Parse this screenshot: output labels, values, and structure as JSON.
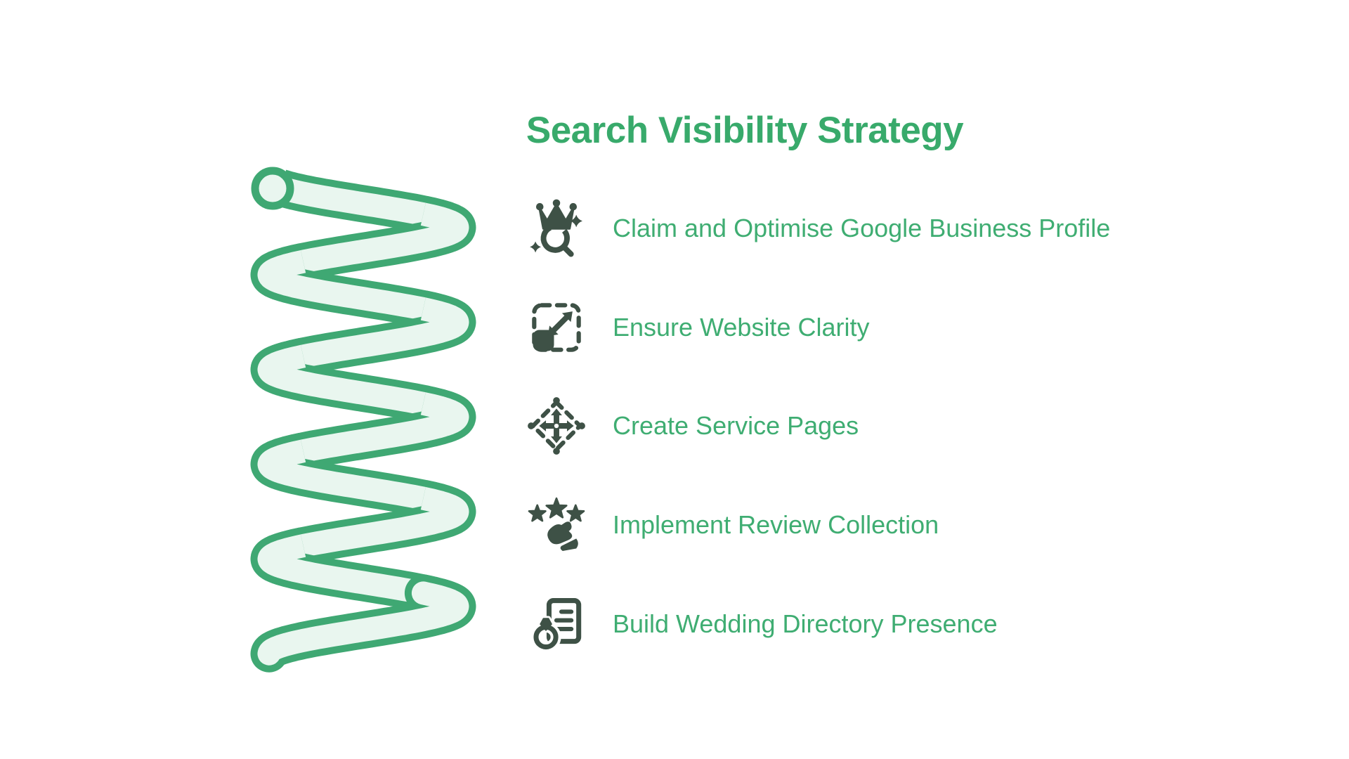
{
  "title": "Search Visibility Strategy",
  "colors": {
    "background": "#ffffff",
    "title_green": "#38aa6b",
    "item_green": "#3fad72",
    "icon_dark": "#3e5146",
    "spiral_stroke": "#3fa873",
    "spiral_fill": "#e9f6ef"
  },
  "illustration": {
    "name": "coil-spring-spiral"
  },
  "items": [
    {
      "icon": "crown-search-icon",
      "label": "Claim and Optimise Google Business Profile"
    },
    {
      "icon": "scale-resize-icon",
      "label": "Ensure Website Clarity"
    },
    {
      "icon": "move-diamond-icon",
      "label": "Create Service Pages"
    },
    {
      "icon": "review-stars-icon",
      "label": "Implement Review Collection"
    },
    {
      "icon": "ring-document-icon",
      "label": "Build Wedding Directory Presence"
    }
  ]
}
